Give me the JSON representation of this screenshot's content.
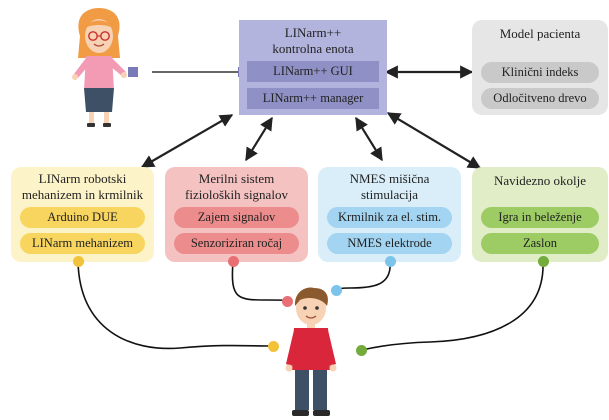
{
  "control": {
    "title_line1": "LINarm++",
    "title_line2": "kontrolna enota",
    "gui": "LINarm++ GUI",
    "manager": "LINarm++ manager"
  },
  "patient_model": {
    "title": "Model pacienta",
    "items": [
      "Klinični indeks",
      "Odločitveno drevo"
    ]
  },
  "modules": [
    {
      "title_line1": "LINarm robotski",
      "title_line2": "mehanizem in krmilnik",
      "items": [
        "Arduino DUE",
        "LINarm mehanizem"
      ],
      "bg": "#fdf3c8",
      "pill": "#f8d55f",
      "dot": "#f2c23a"
    },
    {
      "title_line1": "Merilni sistem",
      "title_line2": "fizioloških signalov",
      "items": [
        "Zajem signalov",
        "Senzoriziran ročaj"
      ],
      "bg": "#f5c2c2",
      "pill": "#ec8c8c",
      "dot": "#e86f74"
    },
    {
      "title_line1": "NMES mišična",
      "title_line2": "stimulacija",
      "items": [
        "Krmilnik za el. stim.",
        "NMES elektrode"
      ],
      "bg": "#d9eef9",
      "pill": "#a3d4f1",
      "dot": "#7cc4ea"
    },
    {
      "title_line1": "Navidezno okolje",
      "title_line2": "",
      "items": [
        "Igra in beleženje",
        "Zaslon"
      ],
      "bg": "#e1edc6",
      "pill": "#9ccc63",
      "dot": "#73ab3c"
    }
  ],
  "colors": {
    "control_bg": "#b3b4dd",
    "control_inner": "#8f90c5",
    "patient_bg": "#e6e6e6",
    "patient_pill": "#c9c9c9",
    "arrow": "#222222",
    "wire": "#111111"
  }
}
